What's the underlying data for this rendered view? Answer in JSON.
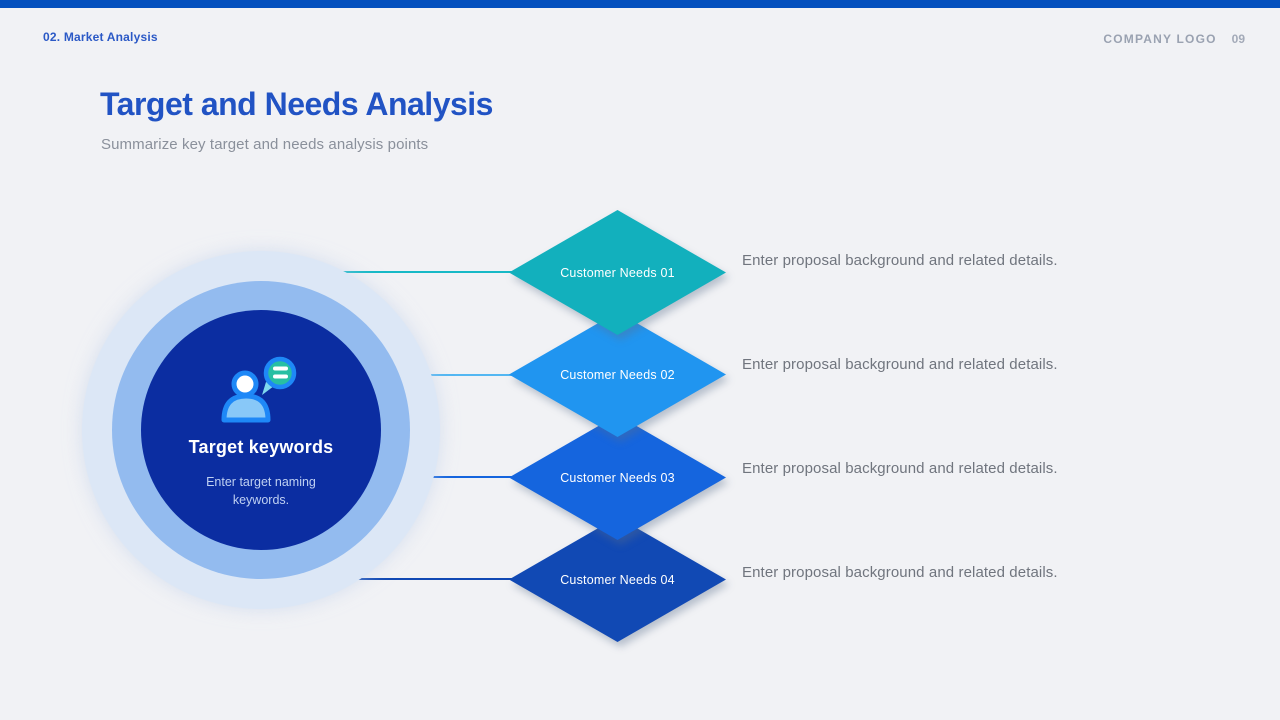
{
  "page": {
    "background": "#f1f2f5",
    "topbar_color": "#0450be"
  },
  "header": {
    "section_label": "02. Market Analysis",
    "section_color": "#2b59c6",
    "company_logo": "COMPANY LOGO",
    "page_number": "09"
  },
  "title": {
    "text": "Target and Needs Analysis",
    "color": "#2153c4"
  },
  "subtitle": {
    "text": "Summarize key target and needs analysis points"
  },
  "center_circle": {
    "heading": "Target keywords",
    "caption": "Enter target naming keywords.",
    "core_color": "#0b2da1",
    "mid_ring_color": "#93bbef",
    "outer_ring_color": "#dce7f6",
    "icon": "person-speech-bubble-icon"
  },
  "items": [
    {
      "label": "Customer Needs 01",
      "desc": "Enter proposal background and related details.",
      "color": "#12b0bd",
      "line_color": "#17b9c6"
    },
    {
      "label": "Customer Needs 02",
      "desc": "Enter proposal background and related details.",
      "color": "#2095f0",
      "line_color": "#53b7f2"
    },
    {
      "label": "Customer Needs 03",
      "desc": "Enter proposal background and related details.",
      "color": "#1565de",
      "line_color": "#1565de"
    },
    {
      "label": "Customer Needs 04",
      "desc": "Enter proposal background and related details.",
      "color": "#1149b4",
      "line_color": "#1149b4"
    }
  ]
}
